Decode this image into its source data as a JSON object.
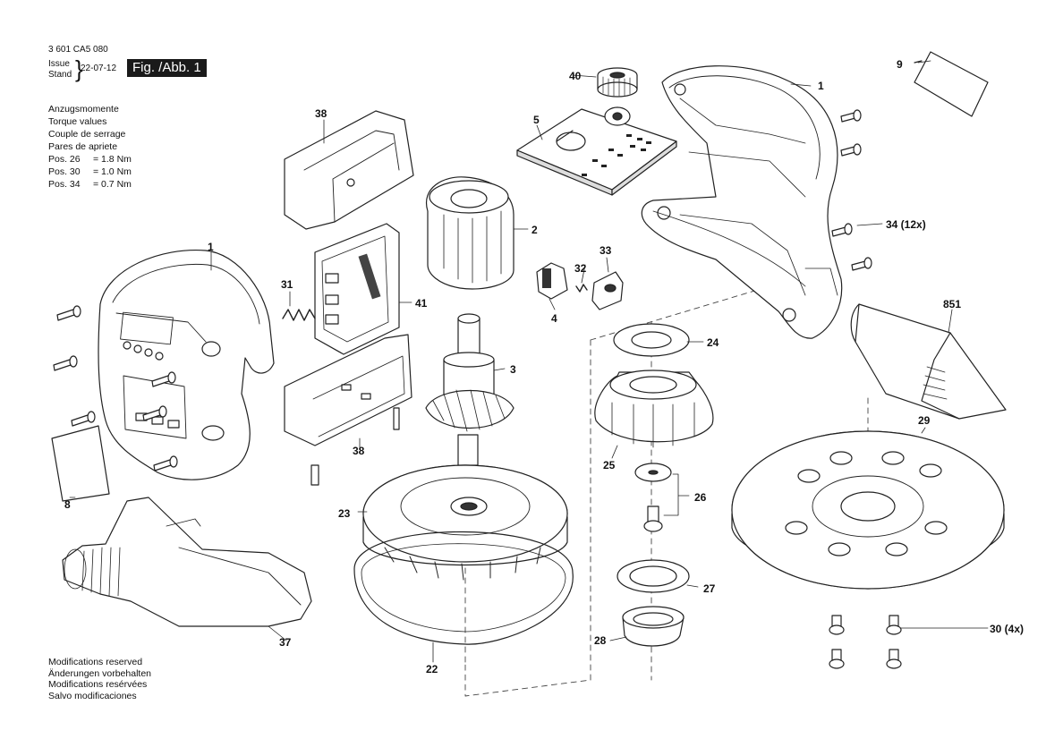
{
  "header": {
    "doc_number": "3 601 CA5 080",
    "issue_line1": "Issue",
    "issue_line2": "Stand",
    "issue_date": "22-07-12",
    "figure_label": "Fig. /Abb. 1"
  },
  "torque": {
    "lines": [
      "Anzugsmomente",
      "Torque values",
      "Couple de serrage",
      "Pares de apriete"
    ],
    "values": [
      {
        "pos": "Pos. 26",
        "val": "= 1.8 Nm"
      },
      {
        "pos": "Pos. 30",
        "val": "= 1.0 Nm"
      },
      {
        "pos": "Pos. 34",
        "val": "= 0.7 Nm"
      }
    ]
  },
  "modifications": [
    "Modifications reserved",
    "Änderungen vorbehalten",
    "Modifications resérvées",
    "Salvo modificaciones"
  ],
  "callouts": {
    "c1_left": "1",
    "c1_right": "1",
    "c2": "2",
    "c3": "3",
    "c4": "4",
    "c5": "5",
    "c8": "8",
    "c9": "9",
    "c22": "22",
    "c23": "23",
    "c24": "24",
    "c25": "25",
    "c26": "26",
    "c27": "27",
    "c28": "28",
    "c29": "29",
    "c30": "30 (4x)",
    "c31": "31",
    "c32": "32",
    "c33": "33",
    "c34": "34 (12x)",
    "c37": "37",
    "c38_top": "38",
    "c38_bottom": "38",
    "c40": "40",
    "c41": "41",
    "c851": "851"
  }
}
